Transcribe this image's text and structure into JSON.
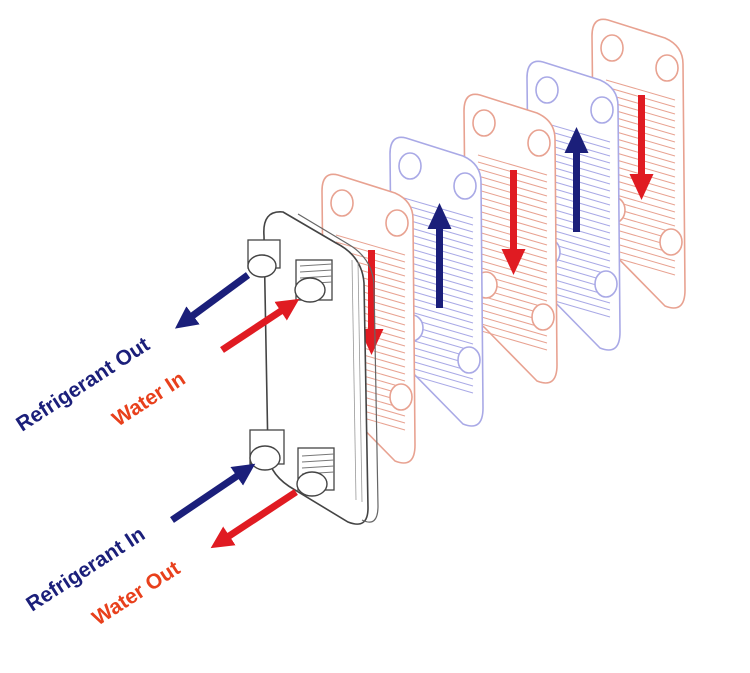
{
  "labels": {
    "refrigerant_out": "Refrigerant Out",
    "water_in": "Water In",
    "refrigerant_in": "Refrigerant In",
    "water_out": "Water Out"
  },
  "colors": {
    "refrigerant": "#1b1f7a",
    "water": "#e8401c",
    "water_arrow": "#e01b22",
    "water_plate_stroke": "#e8a291",
    "refrigerant_plate_stroke": "#a9a9e6",
    "outline": "#333333"
  },
  "plates": [
    {
      "type": "water",
      "flow": "down"
    },
    {
      "type": "refrigerant",
      "flow": "up"
    },
    {
      "type": "water",
      "flow": "down"
    },
    {
      "type": "refrigerant",
      "flow": "up"
    },
    {
      "type": "water",
      "flow": "down"
    }
  ]
}
